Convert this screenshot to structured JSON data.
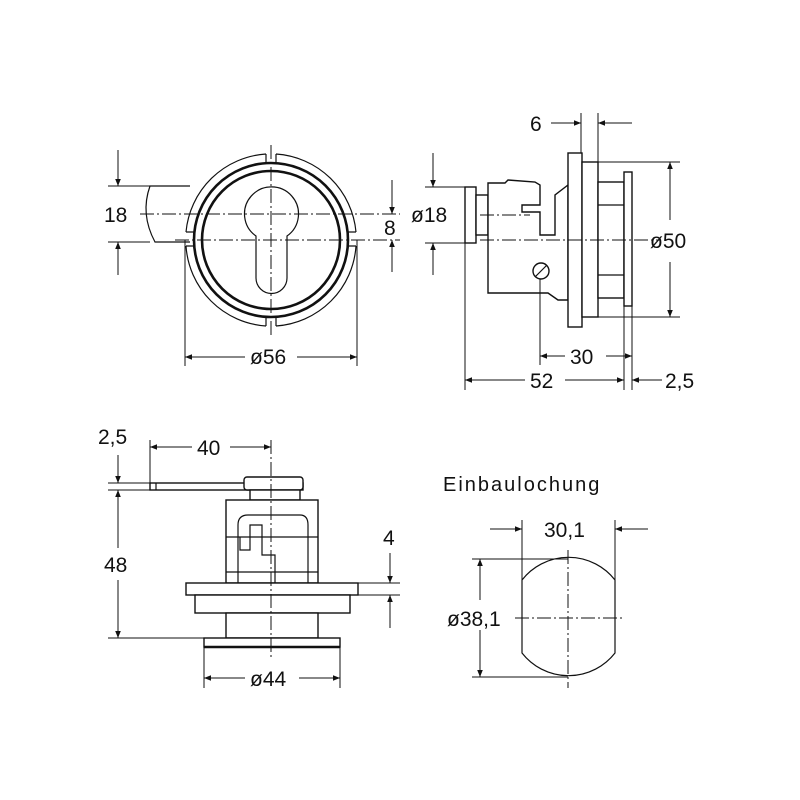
{
  "front_view": {
    "dim_height": "18",
    "dim_offset": "8",
    "dim_diameter": "ø56"
  },
  "side_view": {
    "dim_flange": "6",
    "dim_cylinder": "ø18",
    "dim_outer": "ø50",
    "dim_screw": "30",
    "dim_length": "52",
    "dim_plate": "2,5"
  },
  "bottom_view": {
    "dim_lever_thickness": "2,5",
    "dim_lever": "40",
    "dim_height": "48",
    "dim_flange": "4",
    "dim_diameter": "ø44"
  },
  "cutout": {
    "title": "Einbaulochung",
    "dim_width": "30,1",
    "dim_diameter": "ø38,1"
  },
  "colors": {
    "line": "#111111",
    "background": "#ffffff"
  }
}
